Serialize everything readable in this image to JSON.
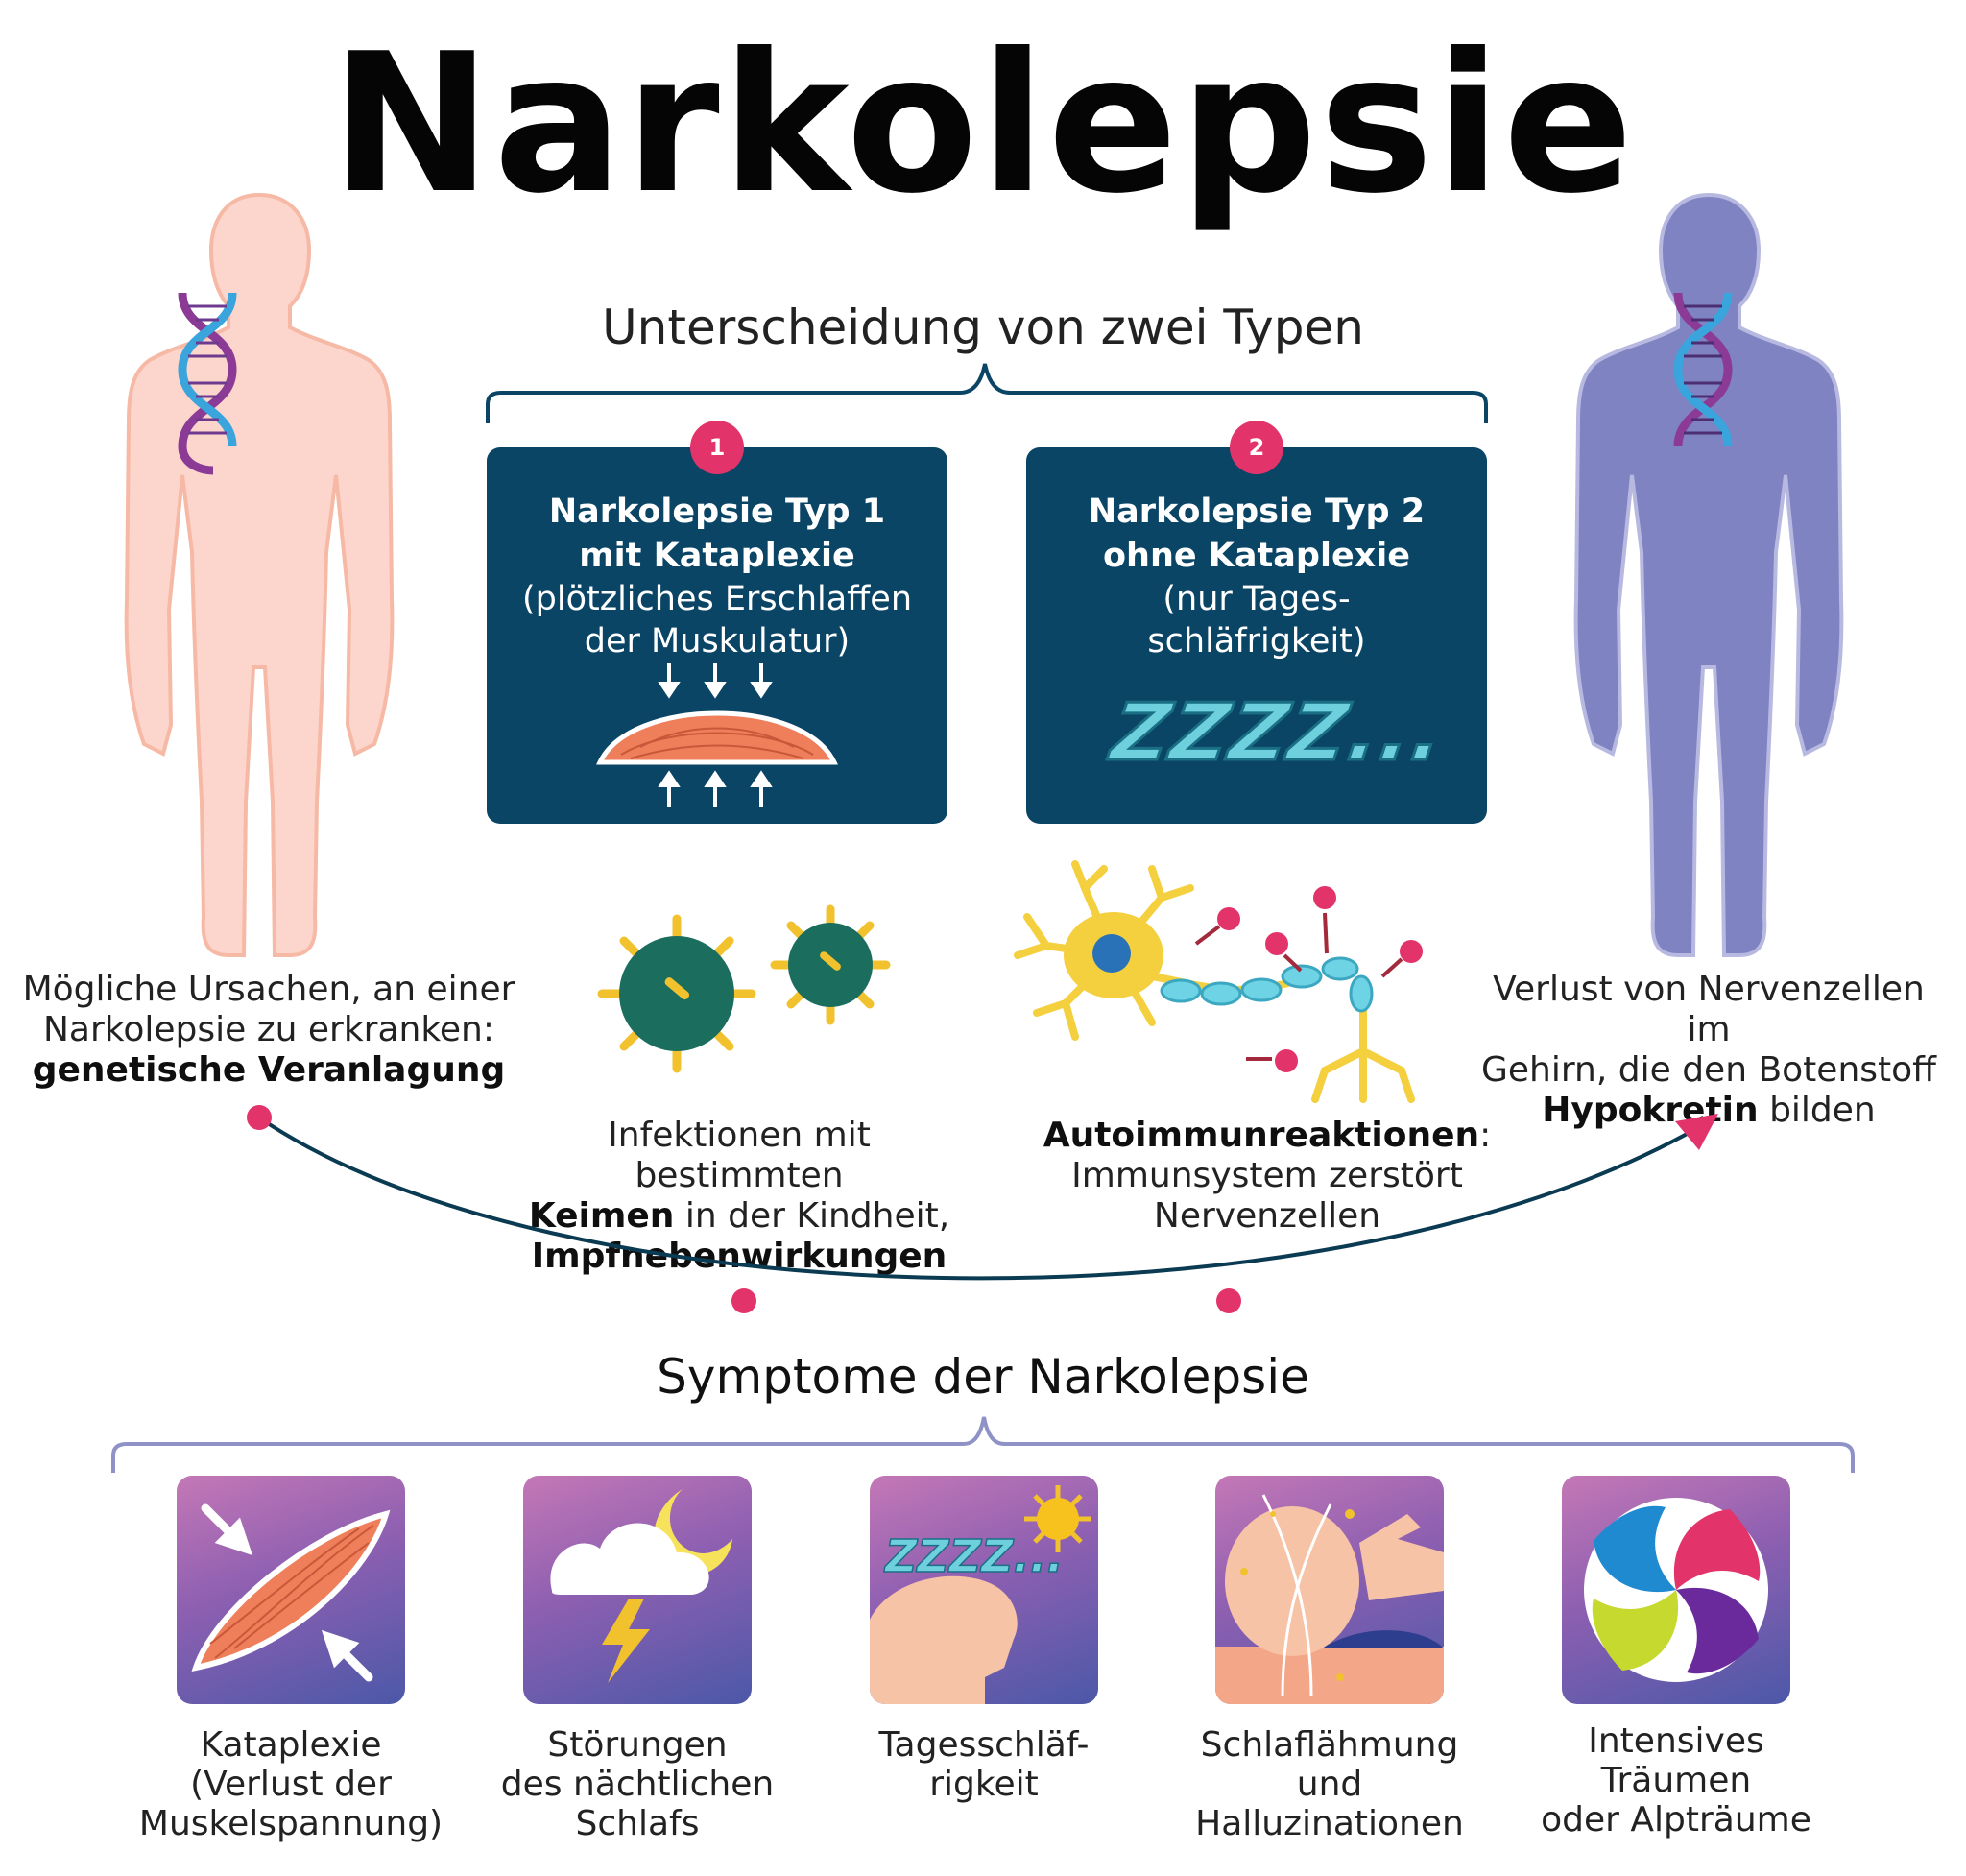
{
  "title": "Narkolepsie",
  "types": {
    "heading": "Unterscheidung von zwei Typen",
    "type1": {
      "badge": "1",
      "title_line1": "Narkolepsie Typ 1",
      "title_line2": "mit Kataplexie",
      "desc_line1": "(plötzliches Erschlaffen",
      "desc_line2": "der Muskulatur)"
    },
    "type2": {
      "badge": "2",
      "title_line1": "Narkolepsie Typ 2",
      "title_line2": "ohne Kataplexie",
      "desc_line1": "(nur Tages-",
      "desc_line2": "schläfrigkeit)",
      "zzz": "ZZZZ..."
    }
  },
  "causes": {
    "genetic": {
      "line1": "Mögliche Ursachen, an einer",
      "line2": "Narkolepsie zu erkranken:",
      "bold": "genetische Veranlagung"
    },
    "infection": {
      "line1": "Infektionen mit bestimmten",
      "bold1": "Keimen",
      "line2_rest": " in der Kindheit,",
      "bold2": "Impfnebenwirkungen"
    },
    "autoimmune": {
      "bold": "Autoimmunreaktionen",
      "colon": ":",
      "line2": "Immunsystem zerstört",
      "line3": "Nervenzellen"
    },
    "loss": {
      "line1": "Verlust von Nervenzellen im",
      "line2": "Gehirn, die den Botenstoff",
      "bold": "Hypokretin",
      "line3_rest": " bilden"
    }
  },
  "symptoms": {
    "heading": "Symptome der Narkolepsie",
    "items": [
      {
        "line1": "Kataplexie",
        "line2": "(Verlust der",
        "line3": "Muskelspannung)"
      },
      {
        "line1": "Störungen",
        "line2": "des nächtlichen",
        "line3": "Schlafs"
      },
      {
        "line1": "Tagesschläf-",
        "line2": "rigkeit",
        "line3": ""
      },
      {
        "line1": "Schlaflähmung",
        "line2": "und",
        "line3": "Halluzinationen"
      },
      {
        "line1": "Intensives Träumen",
        "line2": "oder Alpträume",
        "line3": ""
      }
    ],
    "tile_zzz": "ZZZZ..."
  },
  "colors": {
    "navy": "#0b4566",
    "pink": "#e2336b",
    "bracket": "#8f92c7",
    "body_left": "#fcd6cc",
    "body_right": "#7f83c2"
  }
}
